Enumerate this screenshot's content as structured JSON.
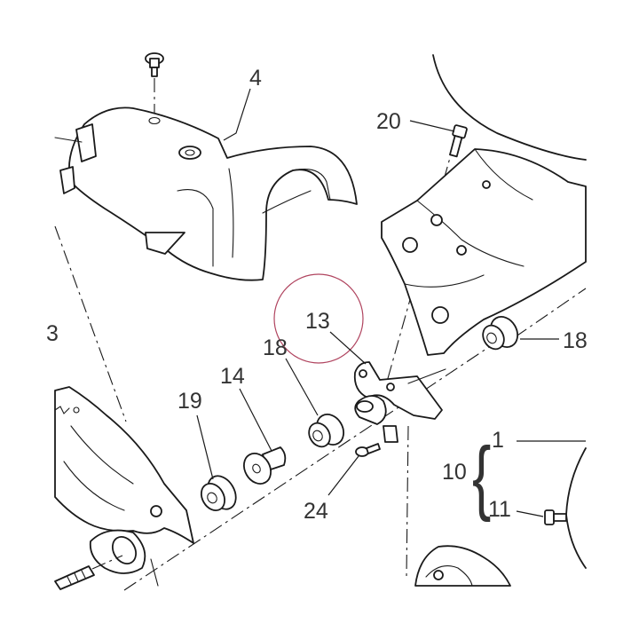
{
  "diagram": {
    "labels": {
      "p4": "4",
      "p20": "20",
      "p13": "13",
      "p18_left": "18",
      "p18_right": "18",
      "p14": "14",
      "p19": "19",
      "p24": "24",
      "p10": "10",
      "p1": "1",
      "p11": "11",
      "p3_partial": "3",
      "brace": "{"
    },
    "colors": {
      "highlight_circle": "#b0445f",
      "line": "#1a1a1a",
      "label": "#333333"
    }
  }
}
